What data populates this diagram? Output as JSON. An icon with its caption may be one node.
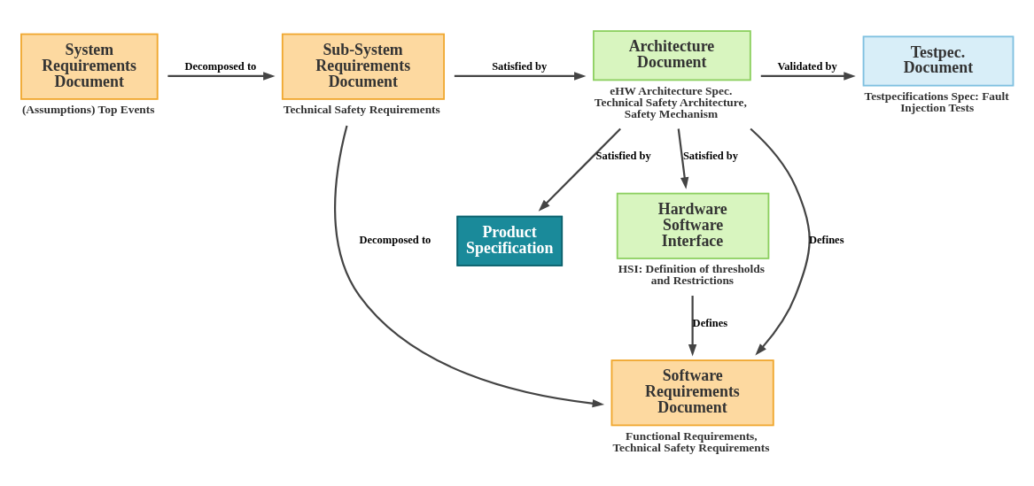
{
  "diagram": {
    "nodes": [
      {
        "text": [
          "System Requirements Document"
        ],
        "beside": [
          "(Assumptions) Top Events"
        ]
      },
      {
        "text": [
          "Sub-System Requirements Document"
        ],
        "beside": [
          "Technical Safety Requirements"
        ]
      },
      {
        "text": [
          "Architecture Document"
        ],
        "beside": [
          "eHW Architecture Spec. Technical Safety Architecture, Safety Mechanism"
        ]
      },
      {
        "text": [
          "Testpec. Document"
        ],
        "beside": [
          "Testpecifications Spec: Fault Injection Tests"
        ]
      },
      {
        "text": [
          "Product Specification"
        ]
      },
      {
        "text": [
          "Hardware Software Interface"
        ],
        "beside": [
          "HSI: Definition of thresholds and Restrictions"
        ]
      },
      {
        "text": [
          "Software Requirements Document"
        ],
        "beside": [
          "Functional Requirements, Technical Safety Requirements"
        ]
      }
    ],
    "edges": [
      {
        "from": 0,
        "to": 1,
        "arrow": "to",
        "label": "Decomposed to"
      },
      {
        "from": 1,
        "to": 2,
        "arrow": "to",
        "label": "Satisfied by"
      },
      {
        "from": 2,
        "to": 3,
        "arrow": "to",
        "label": "Validated by"
      },
      {
        "from": 2,
        "to": 4,
        "arrow": "to",
        "label": "Satisfied by"
      },
      {
        "from": 2,
        "to": 5,
        "arrow": "to",
        "label": "Satisfied by"
      },
      {
        "from": 1,
        "to": 6,
        "arrow": "to",
        "label": "Decomposed to"
      },
      {
        "from": 2,
        "to": 6,
        "arrow": "to",
        "label": "Defines"
      },
      {
        "from": 5,
        "to": 6,
        "arrow": "to",
        "label": "Defines"
      }
    ]
  }
}
